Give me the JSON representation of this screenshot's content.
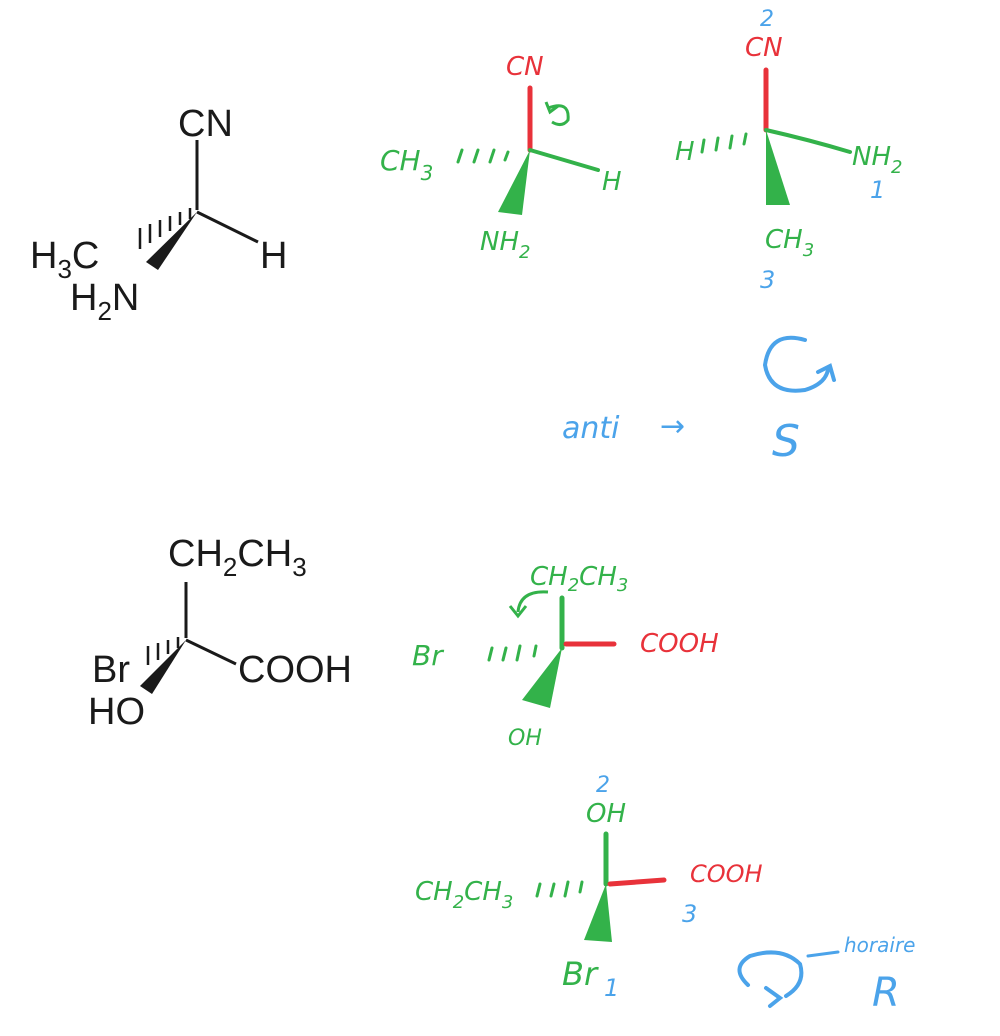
{
  "molecule1": {
    "printed": {
      "top": "CN",
      "left_c": "H",
      "left_sub": "3",
      "left_tail": "C",
      "right": "H",
      "bottom_h": "H",
      "bottom_sub": "2",
      "bottom_tail": "N"
    },
    "sketch1": {
      "top": "CN",
      "left": "CH",
      "left_sub": "3",
      "right": "H",
      "bottom": "NH",
      "bottom_sub": "2"
    },
    "sketch2": {
      "priority_top": "2",
      "top": "CN",
      "left": "H",
      "right": "NH",
      "right_sub": "2",
      "priority_right": "1",
      "bottom": "CH",
      "bottom_sub": "3",
      "priority_bottom": "3"
    },
    "note": "anti",
    "arrow": "→",
    "result": "S"
  },
  "molecule2": {
    "printed": {
      "top": "CH",
      "top_sub1": "2",
      "top_mid": "CH",
      "top_sub2": "3",
      "left": "Br",
      "right": "COOH",
      "bottom": "HO"
    },
    "sketch1": {
      "top": "CH",
      "top_sub1": "2",
      "top_mid": "CH",
      "top_sub2": "3",
      "left": "Br",
      "right": "COOH",
      "bottom": "OH"
    },
    "sketch2": {
      "priority_top": "2",
      "top": "OH",
      "left": "CH",
      "left_sub1": "2",
      "left_mid": "CH",
      "left_sub2": "3",
      "right": "COOH",
      "priority_right": "3",
      "bottom": "Br",
      "priority_bottom": "1",
      "note": "horaire",
      "result": "R"
    }
  },
  "colors": {
    "green": "#33b24a",
    "red": "#e8323a",
    "blue": "#4ba3ea",
    "black": "#1a1a1a"
  }
}
